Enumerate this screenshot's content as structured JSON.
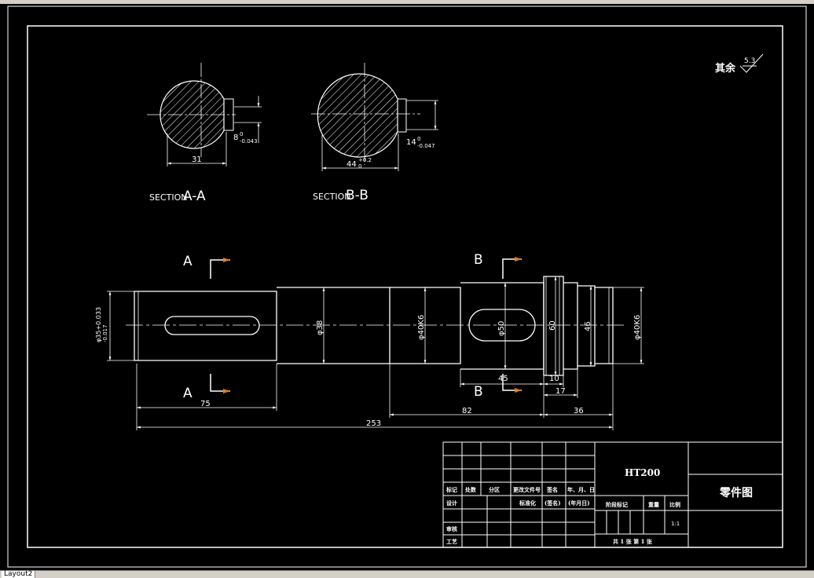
{
  "layout_tab": "Layout2",
  "roughness": {
    "prefix": "其余",
    "value": "5.3"
  },
  "section_aa": {
    "label_prefix": "SECTION",
    "label_letters": "A-A",
    "width_dim": "31",
    "key_dim_nominal": "8",
    "key_dim_upper": "0",
    "key_dim_lower": "-0.043"
  },
  "section_bb": {
    "label_prefix": "SECTION",
    "label_letters": "B-B",
    "width_dim_nominal": "44",
    "width_dim_upper": "+0.2",
    "width_dim_lower": "0",
    "key_dim_nominal": "14",
    "key_dim_upper": "0",
    "key_dim_lower": "-0.047"
  },
  "shaft": {
    "cut_a": "A",
    "cut_b": "B",
    "diameters": {
      "d1": "φ35+0.033",
      "d1_lower": "-0.017",
      "d2": "φ38",
      "d3": "φ40K6",
      "d4": "φ50",
      "d5": "60",
      "d6": "46",
      "d7": "φ40K6"
    },
    "lengths": {
      "l75": "75",
      "l45": "45",
      "l10": "10",
      "l17": "17",
      "l82": "82",
      "l36": "36",
      "l253": "253"
    }
  },
  "title_block": {
    "material": "HT200",
    "drawing_name": "零件图",
    "row_headers": [
      "标记",
      "处数",
      "分区",
      "更改文件号",
      "签名",
      "年、月、日"
    ],
    "design": "设计",
    "standardized": "标准化",
    "sig": "(签名)",
    "date": "(年月日)",
    "stage_mark": "阶段标记",
    "weight": "重量",
    "scale": "比例",
    "scale_value": "1:1",
    "check": "审核",
    "process": "工艺",
    "sheets": "共 1 张 第 1 张"
  }
}
